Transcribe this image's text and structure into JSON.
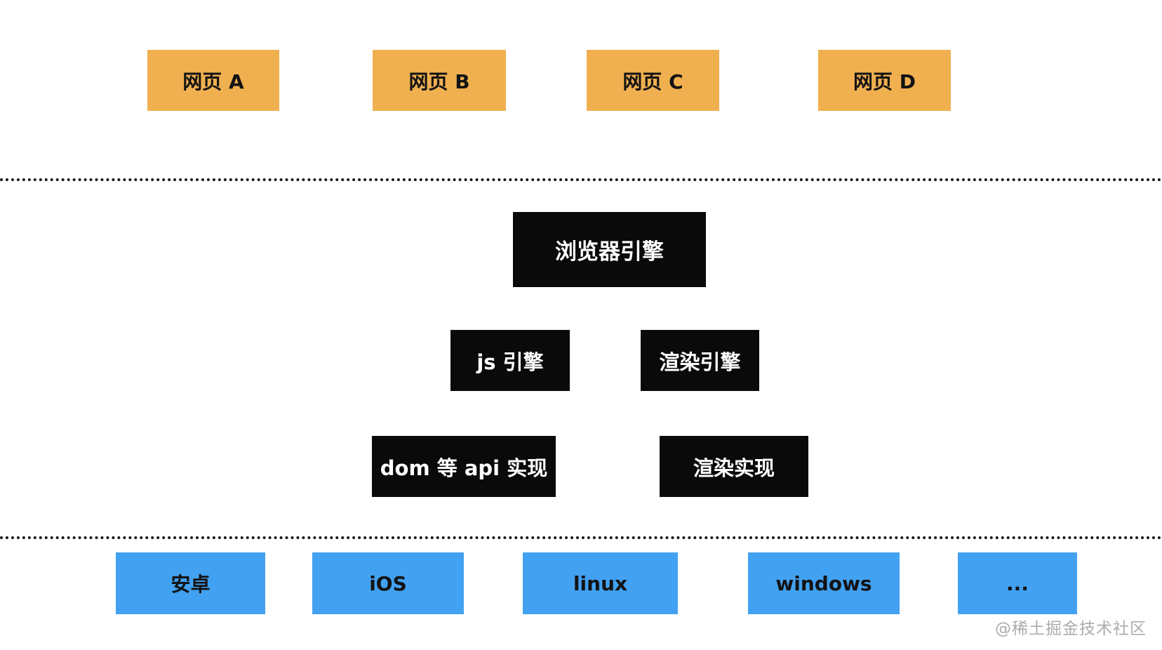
{
  "diagram": {
    "web_pages": [
      {
        "label": "网页 A"
      },
      {
        "label": "网页 B"
      },
      {
        "label": "网页 C"
      },
      {
        "label": "网页 D"
      }
    ],
    "browser_engine": {
      "label": "浏览器引擎"
    },
    "engine_layer": [
      {
        "label": "js 引擎"
      },
      {
        "label": "渲染引擎"
      }
    ],
    "implementation_layer": [
      {
        "label": "dom 等 api 实现"
      },
      {
        "label": "渲染实现"
      }
    ],
    "platforms": [
      {
        "label": "安卓"
      },
      {
        "label": "iOS"
      },
      {
        "label": "linux"
      },
      {
        "label": "windows"
      },
      {
        "label": "..."
      }
    ],
    "watermark": "@稀土掘金技术社区",
    "colors": {
      "webpage_box": "#F0B050",
      "engine_box": "#0A0A0A",
      "engine_text": "#FFFFFF",
      "platform_box": "#42A1F1",
      "box_text": "#131313",
      "dotted_line": "#161616",
      "watermark_text": "#ACACAC",
      "background": "#FFFFFF"
    }
  }
}
